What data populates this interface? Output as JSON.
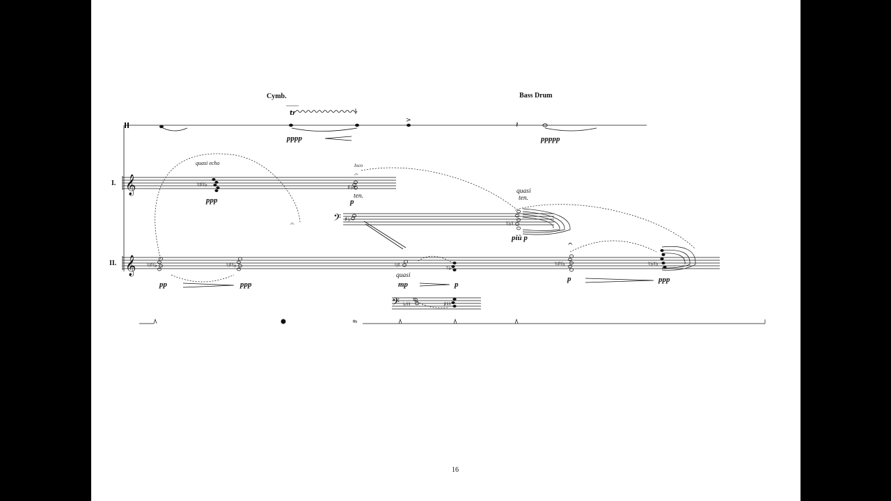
{
  "score": {
    "page_number": "16",
    "percussion": {
      "cymbal_label": "Cymb.",
      "bass_drum_label": "Bass Drum",
      "dynamic_cymbal": "pppp",
      "dynamic_bass_drum": "ppppp"
    },
    "staff_one": {
      "name": "I.",
      "expression_quasi_echo": "quasi echo",
      "dynamic_ppp": "ppp",
      "expression_loco": "loco",
      "expression_ten": "ten.",
      "dynamic_p": "p",
      "expression_quasi": "quasi",
      "expression_ten_2": "ten.",
      "dynamic_piu_p": "più p"
    },
    "staff_two": {
      "name": "II.",
      "dynamic_pp": "pp",
      "dynamic_ppp": "ppp",
      "expression_quasi": "quasi",
      "dynamic_mp": "mp",
      "dynamic_p": "p",
      "dynamic_p_2": "p",
      "dynamic_ppp_2": "ppp"
    }
  }
}
